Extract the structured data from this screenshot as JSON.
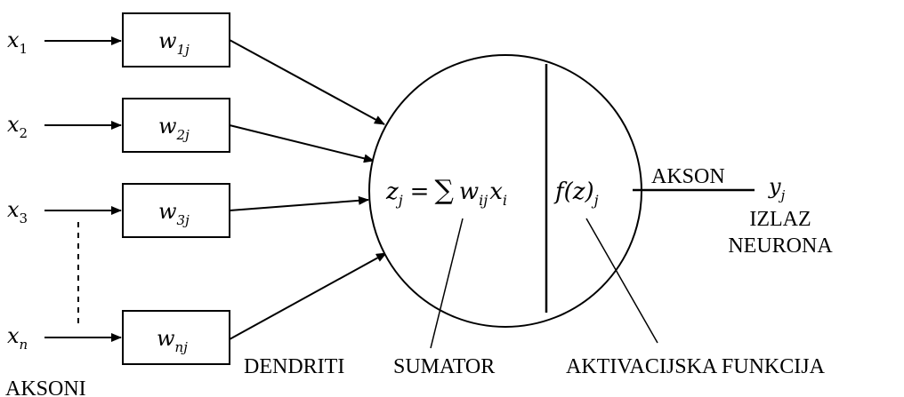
{
  "inputs": [
    {
      "base": "x",
      "sub": "1",
      "weight_base": "w",
      "weight_sub": "1j"
    },
    {
      "base": "x",
      "sub": "2",
      "weight_base": "w",
      "weight_sub": "2j"
    },
    {
      "base": "x",
      "sub": "3",
      "weight_base": "w",
      "weight_sub": "3j"
    },
    {
      "base": "x",
      "sub": "n",
      "weight_base": "w",
      "weight_sub": "nj"
    }
  ],
  "summator_formula": {
    "lhs_base": "z",
    "lhs_sub": "j",
    "equals": "=",
    "sigma": "∑",
    "term1_base": "w",
    "term1_sub": "ij",
    "term2_base": "x",
    "term2_sub": "i"
  },
  "activation_formula": {
    "func": "f(z)",
    "sub": "j"
  },
  "output": {
    "base": "y",
    "sub": "j"
  },
  "labels": {
    "akson": "AKSON",
    "izlaz_line1": "IZLAZ",
    "izlaz_line2": "NEURONA",
    "aksoni": "AKSONI",
    "dendriti": "DENDRITI",
    "sumator": "SUMATOR",
    "aktivacijska": "AKTIVACIJSKA FUNKCIJA"
  }
}
